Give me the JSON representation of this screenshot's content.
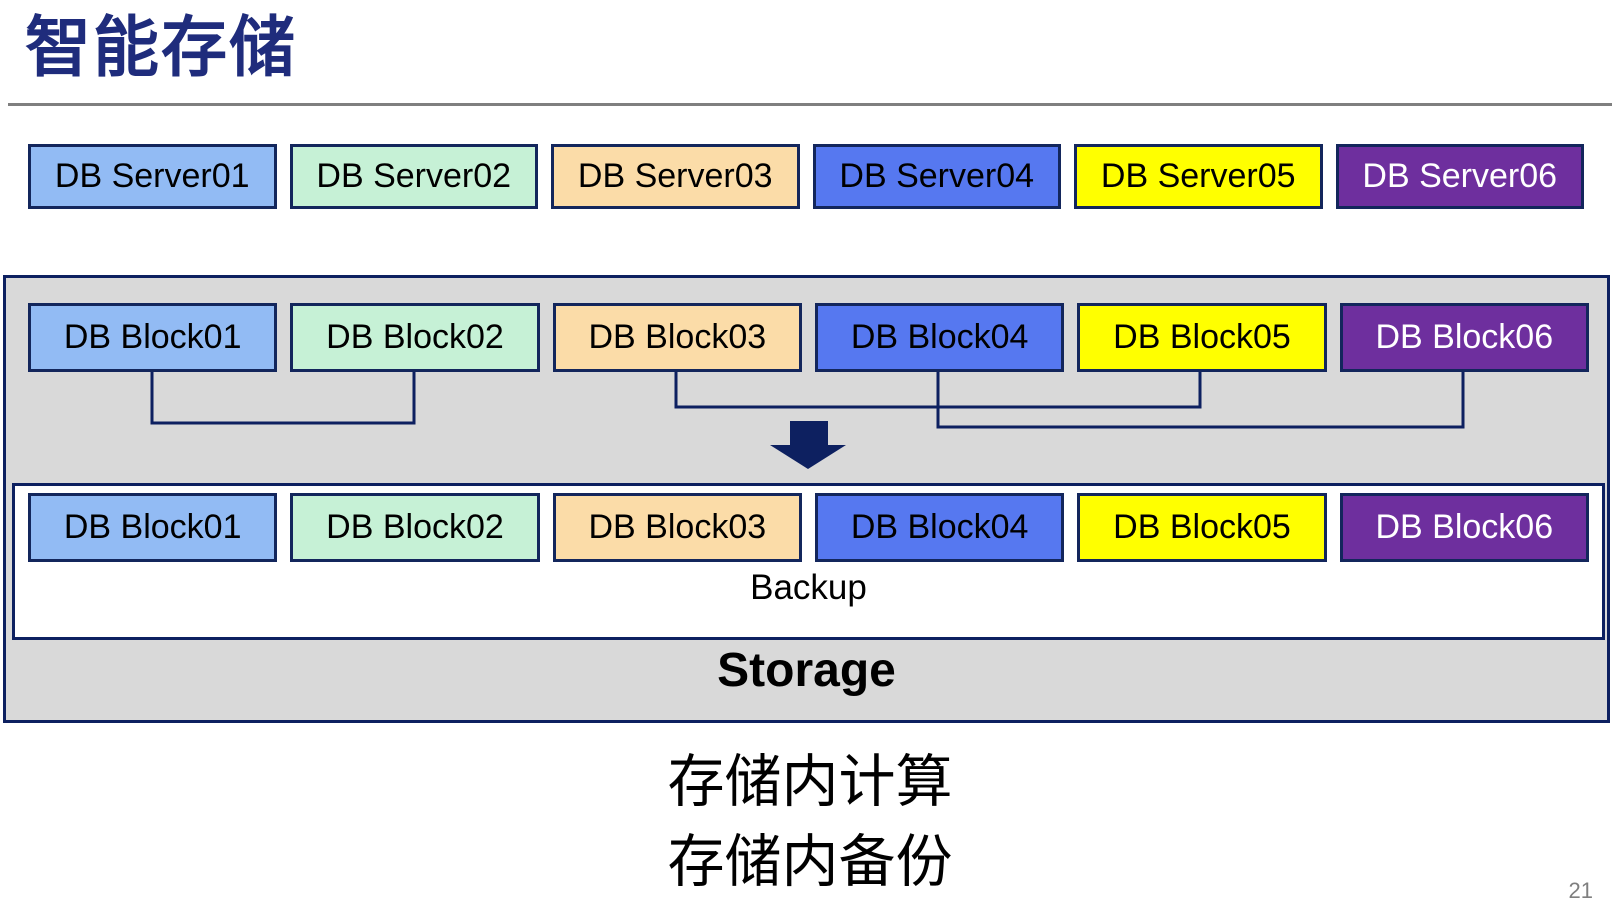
{
  "title": "智能存储",
  "page_number": "21",
  "palette": [
    {
      "bg": "#92BBF4",
      "fg": "#000000"
    },
    {
      "bg": "#C6F1D6",
      "fg": "#000000"
    },
    {
      "bg": "#FBDCA8",
      "fg": "#000000"
    },
    {
      "bg": "#5678F0",
      "fg": "#000000"
    },
    {
      "bg": "#FFFF00",
      "fg": "#000000"
    },
    {
      "bg": "#6E2F9E",
      "fg": "#FFFFFF"
    }
  ],
  "servers": [
    "DB Server01",
    "DB Server02",
    "DB Server03",
    "DB Server04",
    "DB Server05",
    "DB Server06"
  ],
  "blocks_top": [
    "DB Block01",
    "DB Block02",
    "DB Block03",
    "DB Block04",
    "DB Block05",
    "DB Block06"
  ],
  "blocks_bottom": [
    "DB Block01",
    "DB Block02",
    "DB Block03",
    "DB Block04",
    "DB Block05",
    "DB Block06"
  ],
  "storage": {
    "backup_label": "Backup",
    "storage_label": "Storage"
  },
  "captions": [
    "存储内计算",
    "存储内备份"
  ],
  "icons": {
    "flow_arrow": "down-arrow"
  },
  "colors": {
    "title": "#1F2C7C",
    "divider": "#7F7F7F",
    "box_border": "#13265C",
    "container_border": "#0D2060",
    "container_fill": "#D9D9D9",
    "connector": "#0D2060",
    "arrow": "#0D2060",
    "page_number": "#7F7F7F"
  }
}
